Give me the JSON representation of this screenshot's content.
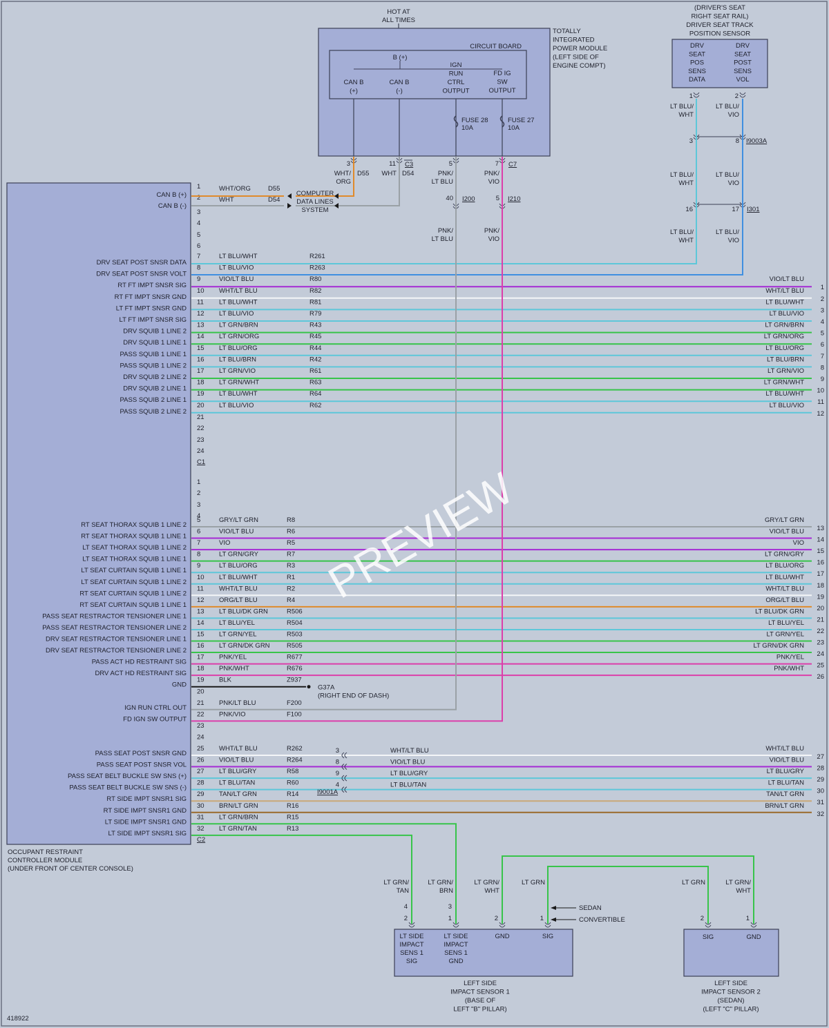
{
  "colors": {
    "background": "#c3cbd8",
    "module_fill": "#a4aed6",
    "module_stroke": "#3b3f55",
    "text": "#1d1f2a",
    "vio": "#a52ad4",
    "lt_blu": "#5dc7d9",
    "lt_grn": "#37c44a",
    "pnk": "#dc3eaa",
    "gry": "#9aa1a6",
    "brn": "#9a6a2a",
    "tan": "#c9a877",
    "org": "#e08a2a",
    "wht": "#f4f6f8",
    "blk": "#1a1a1a",
    "dk_grn": "#1f7a2a",
    "yel": "#d9c93a",
    "watermark": "#ffffff"
  },
  "watermark": "PREVIEW",
  "doc_number": "418922",
  "tipm": {
    "source_label_lines": [
      "HOT AT",
      "ALL TIMES"
    ],
    "name_lines": [
      "TOTALLY",
      "INTEGRATED",
      "POWER MODULE",
      "(LEFT SIDE OF",
      "ENGINE COMPT)"
    ],
    "circuit_board_label": "CIRCUIT BOARD",
    "b_plus_label": "B (+)",
    "outputs": [
      {
        "lines": [
          "CAN B",
          "(+)"
        ]
      },
      {
        "lines": [
          "CAN B",
          "(-)"
        ]
      },
      {
        "lines": [
          "IGN",
          "RUN",
          "CTRL",
          "OUTPUT"
        ]
      },
      {
        "lines": [
          "FD IG",
          "SW",
          "OUTPUT"
        ]
      }
    ],
    "fuses": [
      {
        "lines": [
          "FUSE 28",
          "10A"
        ]
      },
      {
        "lines": [
          "FUSE 27",
          "10A"
        ]
      }
    ],
    "pins": [
      "3",
      "11",
      "5",
      "7"
    ],
    "connector": "C7",
    "wires": [
      {
        "color_lines": [
          "WHT/",
          "ORG"
        ],
        "circuit": "D55"
      },
      {
        "color_lines": [
          "WHT"
        ],
        "circuit": "D54"
      },
      {
        "color_lines": [
          "PNK/",
          "LT BLU"
        ],
        "circuit": ""
      },
      {
        "color_lines": [
          "PNK/",
          "VIO"
        ],
        "circuit": ""
      }
    ],
    "inline_connectors": [
      {
        "pin": "40",
        "name": "I200"
      },
      {
        "pin": "5",
        "name": "I210"
      }
    ],
    "lower_wire_colors": [
      {
        "lines": [
          "PNK/",
          "LT BLU"
        ]
      },
      {
        "lines": [
          "PNK/",
          "VIO"
        ]
      }
    ]
  },
  "seat_sensor": {
    "title_lines": [
      "(DRIVER'S SEAT",
      "RIGHT SEAT RAIL)",
      "DRIVER SEAT TRACK",
      "POSITION SENSOR"
    ],
    "pins": [
      {
        "lines": [
          "DRV",
          "SEAT",
          "POS",
          "SENS",
          "DATA"
        ],
        "pin": "1",
        "wire_lines": [
          "LT BLU/",
          "WHT"
        ]
      },
      {
        "lines": [
          "DRV",
          "SEAT",
          "POST",
          "SENS",
          "VOL"
        ],
        "pin": "2",
        "wire_lines": [
          "LT BLU/",
          "VIO"
        ]
      }
    ],
    "inline_1": {
      "pins": [
        "3",
        "8"
      ],
      "name": "I9003A",
      "wire_lines": [
        [
          "LT BLU/",
          "WHT"
        ],
        [
          "LT BLU/",
          "VIO"
        ]
      ]
    },
    "inline_2": {
      "pins": [
        "16",
        "17"
      ],
      "name": "I301",
      "wire_lines": [
        [
          "LT BLU/",
          "WHT"
        ],
        [
          "LT BLU/",
          "VIO"
        ]
      ]
    }
  },
  "orc": {
    "name_lines": [
      "OCCUPANT RESTRAINT",
      "CONTROLLER MODULE",
      "(UNDER FRONT OF CENTER CONSOLE)"
    ],
    "c1_label": "C1",
    "c2_label": "C2",
    "can_lines": [
      {
        "pin": "1",
        "signal": "CAN B (+)",
        "color": "WHT/ORG",
        "circuit": "D55"
      },
      {
        "pin": "2",
        "signal": "CAN B (-)",
        "color": "WHT",
        "circuit": "D54"
      }
    ],
    "computer_data_lines": [
      "COMPUTER",
      "DATA LINES",
      "SYSTEM"
    ],
    "c1_rows": [
      {
        "pin": "7",
        "signal": "DRV SEAT POST SNSR DATA",
        "color": "LT BLU/WHT",
        "circuit": "R261",
        "right": "",
        "num": ""
      },
      {
        "pin": "8",
        "signal": "DRV SEAT POST SNSR VOLT",
        "color": "LT BLU/VIO",
        "circuit": "R263",
        "right": "",
        "num": ""
      },
      {
        "pin": "9",
        "signal": "RT FT IMPT SNSR SIG",
        "color": "VIO/LT BLU",
        "circuit": "R80",
        "right": "VIO/LT BLU",
        "num": "1"
      },
      {
        "pin": "10",
        "signal": "RT FT IMPT SNSR GND",
        "color": "WHT/LT BLU",
        "circuit": "R82",
        "right": "WHT/LT BLU",
        "num": "2"
      },
      {
        "pin": "11",
        "signal": "LT FT IMPT SNSR GND",
        "color": "LT BLU/WHT",
        "circuit": "R81",
        "right": "LT BLU/WHT",
        "num": "3"
      },
      {
        "pin": "12",
        "signal": "LT FT IMPT SNSR SIG",
        "color": "LT BLU/VIO",
        "circuit": "R79",
        "right": "LT BLU/VIO",
        "num": "4"
      },
      {
        "pin": "13",
        "signal": "DRV SQUIB 1 LINE 2",
        "color": "LT GRN/BRN",
        "circuit": "R43",
        "right": "LT GRN/BRN",
        "num": "5"
      },
      {
        "pin": "14",
        "signal": "DRV SQUIB 1 LINE 1",
        "color": "LT GRN/ORG",
        "circuit": "R45",
        "right": "LT GRN/ORG",
        "num": "6"
      },
      {
        "pin": "15",
        "signal": "PASS SQUIB 1 LINE 1",
        "color": "LT BLU/ORG",
        "circuit": "R44",
        "right": "LT BLU/ORG",
        "num": "7"
      },
      {
        "pin": "16",
        "signal": "PASS SQUIB 1 LINE 2",
        "color": "LT BLU/BRN",
        "circuit": "R42",
        "right": "LT BLU/BRN",
        "num": "8"
      },
      {
        "pin": "17",
        "signal": "DRV SQUIB 2 LINE 2",
        "color": "LT GRN/VIO",
        "circuit": "R61",
        "right": "LT GRN/VIO",
        "num": "9"
      },
      {
        "pin": "18",
        "signal": "DRV SQUIB 2 LINE 1",
        "color": "LT GRN/WHT",
        "circuit": "R63",
        "right": "LT GRN/WHT",
        "num": "10"
      },
      {
        "pin": "19",
        "signal": "PASS SQUIB 2 LINE 1",
        "color": "LT BLU/WHT",
        "circuit": "R64",
        "right": "LT BLU/WHT",
        "num": "11"
      },
      {
        "pin": "20",
        "signal": "PASS SQUIB 2 LINE 2",
        "color": "LT BLU/VIO",
        "circuit": "R62",
        "right": "LT BLU/VIO",
        "num": "12"
      }
    ],
    "c1_empty_pins": [
      "3",
      "4",
      "5",
      "6",
      "21",
      "22",
      "23",
      "24"
    ],
    "c2_empty_pins_top": [
      "1",
      "2",
      "3",
      "4"
    ],
    "c2_rows": [
      {
        "pin": "5",
        "signal": "RT SEAT THORAX SQUIB 1 LINE 2",
        "color": "GRY/LT GRN",
        "circuit": "R8",
        "right": "GRY/LT GRN",
        "num": "13"
      },
      {
        "pin": "6",
        "signal": "RT SEAT THORAX SQUIB 1 LINE 1",
        "color": "VIO/LT BLU",
        "circuit": "R6",
        "right": "VIO/LT BLU",
        "num": "14"
      },
      {
        "pin": "7",
        "signal": "LT SEAT THORAX SQUIB 1 LINE 2",
        "color": "VIO",
        "circuit": "R5",
        "right": "VIO",
        "num": "15"
      },
      {
        "pin": "8",
        "signal": "LT SEAT THORAX SQUIB 1 LINE 1",
        "color": "LT GRN/GRY",
        "circuit": "R7",
        "right": "LT GRN/GRY",
        "num": "16"
      },
      {
        "pin": "9",
        "signal": "LT SEAT CURTAIN SQUIB 1 LINE 1",
        "color": "LT BLU/ORG",
        "circuit": "R3",
        "right": "LT BLU/ORG",
        "num": "17"
      },
      {
        "pin": "10",
        "signal": "LT SEAT CURTAIN SQUIB 1 LINE 2",
        "color": "LT BLU/WHT",
        "circuit": "R1",
        "right": "LT BLU/WHT",
        "num": "18"
      },
      {
        "pin": "11",
        "signal": "RT SEAT CURTAIN SQUIB 1 LINE 2",
        "color": "WHT/LT BLU",
        "circuit": "R2",
        "right": "WHT/LT BLU",
        "num": "19"
      },
      {
        "pin": "12",
        "signal": "RT SEAT CURTAIN SQUIB 1 LINE 1",
        "color": "ORG/LT BLU",
        "circuit": "R4",
        "right": "ORG/LT BLU",
        "num": "20"
      },
      {
        "pin": "13",
        "signal": "PASS SEAT RESTRACTOR TENSIONER LINE 1",
        "color": "LT BLU/DK GRN",
        "circuit": "R506",
        "right": "LT BLU/DK GRN",
        "num": "21"
      },
      {
        "pin": "14",
        "signal": "PASS SEAT RESTRACTOR TENSIONER LINE 2",
        "color": "LT BLU/YEL",
        "circuit": "R504",
        "right": "LT BLU/YEL",
        "num": "22"
      },
      {
        "pin": "15",
        "signal": "DRV SEAT RESTRACTOR TENSIONER LINE 1",
        "color": "LT GRN/YEL",
        "circuit": "R503",
        "right": "LT GRN/YEL",
        "num": "23"
      },
      {
        "pin": "16",
        "signal": "DRV SEAT RESTRACTOR TENSIONER LINE 2",
        "color": "LT GRN/DK GRN",
        "circuit": "R505",
        "right": "LT GRN/DK GRN",
        "num": "24"
      },
      {
        "pin": "17",
        "signal": "PASS ACT HD RESTRAINT SIG",
        "color": "PNK/YEL",
        "circuit": "R677",
        "right": "PNK/YEL",
        "num": "25"
      },
      {
        "pin": "18",
        "signal": "DRV ACT HD RESTRAINT SIG",
        "color": "PNK/WHT",
        "circuit": "R676",
        "right": "PNK/WHT",
        "num": "26"
      },
      {
        "pin": "19",
        "signal": "GND",
        "color": "BLK",
        "circuit": "Z937",
        "right": "",
        "num": ""
      },
      {
        "pin": "20",
        "signal": "",
        "color": "",
        "circuit": "",
        "right": "",
        "num": ""
      },
      {
        "pin": "21",
        "signal": "IGN RUN CTRL OUT",
        "color": "PNK/LT BLU",
        "circuit": "F200",
        "right": "",
        "num": ""
      },
      {
        "pin": "22",
        "signal": "FD IGN SW OUTPUT",
        "color": "PNK/VIO",
        "circuit": "F100",
        "right": "",
        "num": ""
      },
      {
        "pin": "23",
        "signal": "",
        "color": "",
        "circuit": "",
        "right": "",
        "num": ""
      },
      {
        "pin": "24",
        "signal": "",
        "color": "",
        "circuit": "",
        "right": "",
        "num": ""
      },
      {
        "pin": "25",
        "signal": "PASS SEAT POST SNSR GND",
        "color": "WHT/LT BLU",
        "circuit": "R262",
        "right": "WHT/LT BLU",
        "num": "27"
      },
      {
        "pin": "26",
        "signal": "PASS SEAT POST SNSR VOL",
        "color": "VIO/LT BLU",
        "circuit": "R264",
        "right": "VIO/LT BLU",
        "num": "28"
      },
      {
        "pin": "27",
        "signal": "PASS SEAT BELT BUCKLE SW SNS (+)",
        "color": "LT BLU/GRY",
        "circuit": "R58",
        "right": "LT BLU/GRY",
        "num": "29"
      },
      {
        "pin": "28",
        "signal": "PASS SEAT BELT BUCKLE SW SNS (-)",
        "color": "LT BLU/TAN",
        "circuit": "R60",
        "right": "LT BLU/TAN",
        "num": "30"
      },
      {
        "pin": "29",
        "signal": "RT SIDE IMPT SNSR1 SIG",
        "color": "TAN/LT GRN",
        "circuit": "R14",
        "right": "TAN/LT GRN",
        "num": "31"
      },
      {
        "pin": "30",
        "signal": "RT SIDE IMPT SNSR1 GND",
        "color": "BRN/LT GRN",
        "circuit": "R16",
        "right": "BRN/LT GRN",
        "num": "32"
      },
      {
        "pin": "31",
        "signal": "LT SIDE IMPT SNSR1 GND",
        "color": "LT GRN/BRN",
        "circuit": "R15",
        "right": "",
        "num": ""
      },
      {
        "pin": "32",
        "signal": "LT SIDE IMPT SNSR1 SIG",
        "color": "LT GRN/TAN",
        "circuit": "R13",
        "right": "",
        "num": ""
      }
    ],
    "ground": {
      "name": "G37A",
      "location": "(RIGHT END OF DASH)"
    },
    "inline_i9001a": {
      "name": "I9001A",
      "pins": [
        "3",
        "8",
        "9",
        "4"
      ],
      "colors": [
        "WHT/LT BLU",
        "VIO/LT BLU",
        "LT BLU/GRY",
        "LT BLU/TAN"
      ]
    }
  },
  "side_sensor_1": {
    "name_lines": [
      "LEFT SIDE",
      "IMPACT SENSOR 1",
      "(BASE OF",
      "LEFT \"B\" PILLAR)"
    ],
    "pins": [
      {
        "lines": [
          "LT SIDE",
          "IMPACT",
          "SENS 1",
          "SIG"
        ],
        "pin_top": "4",
        "pin": "2",
        "wire_lines": [
          "LT GRN/",
          "TAN"
        ]
      },
      {
        "lines": [
          "LT SIDE",
          "IMPACT",
          "SENS 1",
          "GND"
        ],
        "pin_top": "3",
        "pin": "1",
        "wire_lines": [
          "LT GRN/",
          "BRN"
        ]
      },
      {
        "lines": [
          "GND"
        ],
        "pin_top": "",
        "pin": "2",
        "wire_lines": [
          "LT GRN/",
          "WHT"
        ]
      },
      {
        "lines": [
          "SIG"
        ],
        "pin_top": "",
        "pin": "1",
        "wire_lines": [
          "LT GRN"
        ]
      }
    ],
    "variants": [
      "SEDAN",
      "CONVERTIBLE"
    ]
  },
  "side_sensor_2": {
    "name_lines": [
      "LEFT SIDE",
      "IMPACT SENSOR 2",
      "(SEDAN)",
      "(LEFT \"C\" PILLAR)"
    ],
    "pins": [
      {
        "lines": [
          "SIG"
        ],
        "pin": "2",
        "wire_lines": [
          "LT GRN"
        ]
      },
      {
        "lines": [
          "GND"
        ],
        "pin": "1",
        "wire_lines": [
          "LT GRN/",
          "WHT"
        ]
      }
    ]
  }
}
